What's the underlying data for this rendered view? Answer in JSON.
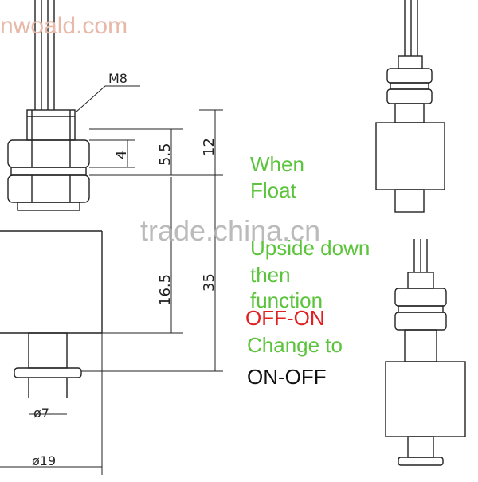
{
  "watermark_top": "nwoald.com",
  "watermark_mid": "trade.china.cn",
  "dimensions": {
    "thread": "M8",
    "nut": "4",
    "d1": "5.5",
    "d2": "12",
    "d3": "16.5",
    "d4": "35",
    "dia_small": "ø7",
    "dia_large": "ø19"
  },
  "note": {
    "line1": "When",
    "line2": "Float",
    "line3": "Upside down",
    "line4": "then",
    "line5": "function",
    "state_from": "OFF-ON",
    "line6": "Change to",
    "state_to": "ON-OFF"
  },
  "colors": {
    "note": "#5cc43c",
    "state_from": "#e02020",
    "state_to": "#111111"
  }
}
